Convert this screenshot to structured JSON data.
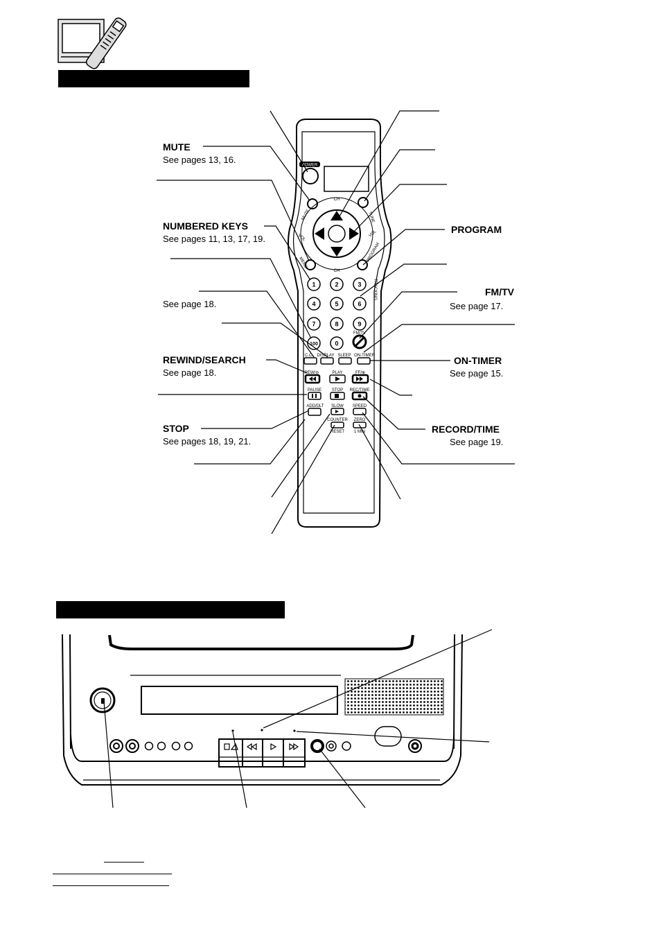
{
  "callouts": {
    "mute": {
      "title": "MUTE",
      "ref": "See pages 13, 16."
    },
    "numbered_keys": {
      "title": "NUMBERED KEYS",
      "ref": "See pages 11, 13, 17, 19."
    },
    "see_page_18_a": {
      "ref": "See page 18."
    },
    "rewind_search": {
      "title": "REWIND/SEARCH",
      "ref": "See page 18."
    },
    "stop": {
      "title": "STOP",
      "ref": "See pages 18, 19, 21."
    },
    "program": {
      "title": "PROGRAM"
    },
    "fm_tv": {
      "title": "FM/TV",
      "ref": "See page 17."
    },
    "on_timer": {
      "title": "ON-TIMER",
      "ref": "See page 15."
    },
    "record_time": {
      "title": "RECORD/TIME",
      "ref": "See page 19."
    }
  },
  "remote_keys": {
    "power": "POWER",
    "mute": "MUTE",
    "ch_top": "CH",
    "ch_bottom": "CH",
    "vol_left": "VOL",
    "vol_right": "VOL",
    "tune": "TUNE",
    "menu": "MENU",
    "program": "PROGRAM",
    "tracking": "TRACKING",
    "digits": [
      "1",
      "2",
      "3",
      "4",
      "5",
      "6",
      "7",
      "8",
      "9",
      "100",
      "0"
    ],
    "fm_tv": "FM/TV",
    "cc": "C.C.",
    "display": "DISPLAY",
    "sleep": "SLEEP",
    "on_timer": "ON-TIMER",
    "rew": "REW/⊖",
    "play": "PLAY",
    "ff": "FF/⊕",
    "pause": "PAUSE",
    "stop": "STOP",
    "rec_time": "REC/TIME",
    "add_dlt": "ADD/DLT",
    "slow": "SLOW",
    "speed": "SPEED",
    "counter": "COUNTER",
    "reset": "RESET",
    "zero": "ZERO",
    "one_min": "1 MIN"
  },
  "colors": {
    "ink": "#000000",
    "paper": "#ffffff"
  }
}
